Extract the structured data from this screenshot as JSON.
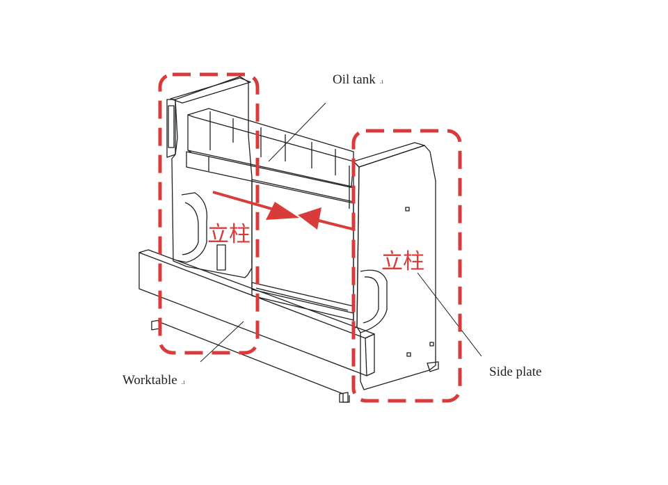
{
  "labels": {
    "oil_tank": "Oil tank",
    "worktable": "Worktable",
    "side_plate": "Side plate",
    "column_left": "立柱",
    "column_right": "立柱",
    "mark": ".ı"
  },
  "colors": {
    "highlight": "#d93a3a",
    "line": "#1e1e1e",
    "background": "#ffffff"
  }
}
